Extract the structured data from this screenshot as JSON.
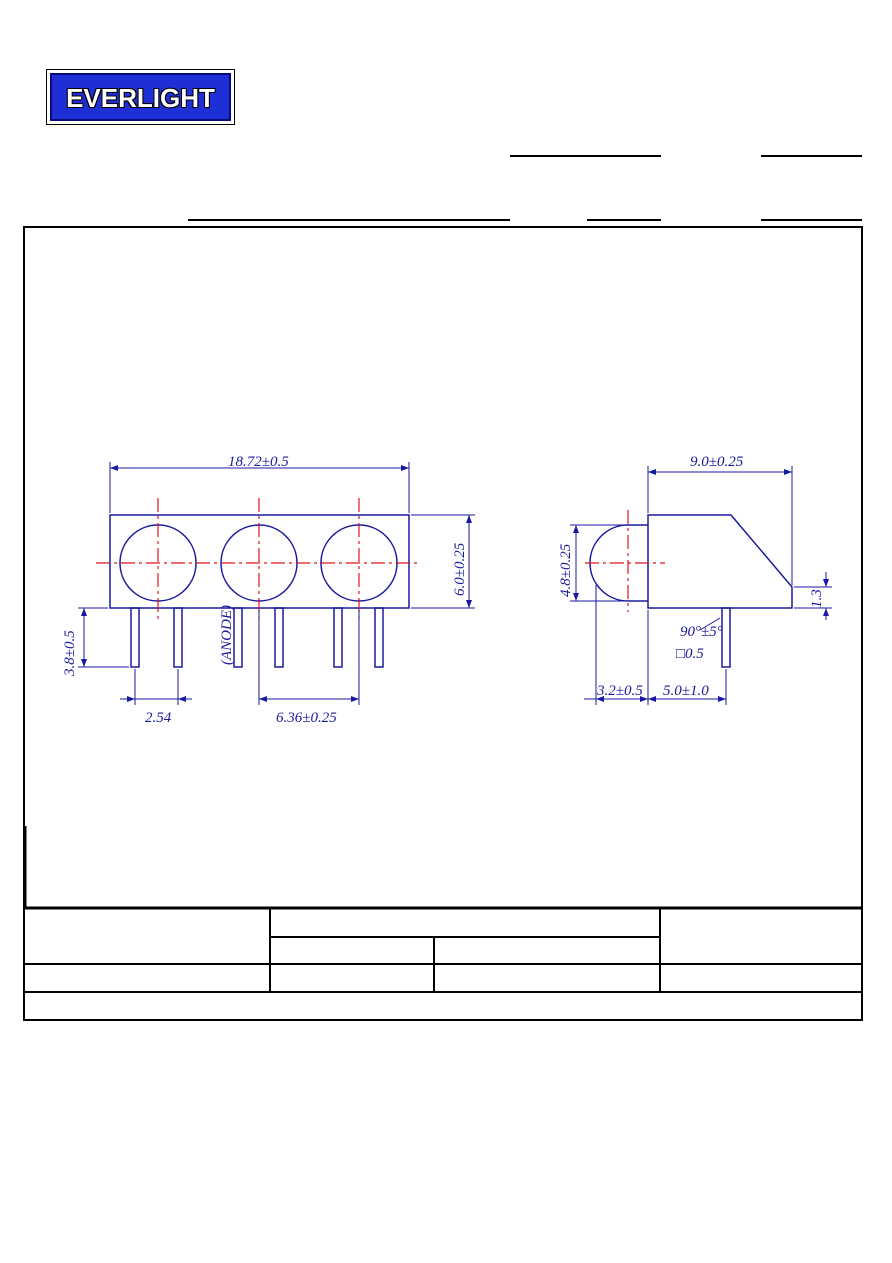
{
  "brand": {
    "logo_text": "EVERLIGHT",
    "logo_color": "#1f2fd6"
  },
  "colors": {
    "outline": "#1a1aa0",
    "centerline": "#e0141e",
    "frame": "#000000"
  },
  "dimensions": {
    "width_total": "18.72±0.5",
    "height_front": "6.0±0.25",
    "lead_length": "3.8±0.5",
    "lead_pitch": "2.54",
    "led_pitch": "6.36±0.25",
    "anode_label": "(ANODE)",
    "depth": "9.0±0.25",
    "lens_height": "4.8±0.25",
    "offset": "1.3",
    "bend_angle": "90°±5°",
    "lead_square": "□0.5",
    "lens_offset": "3.2±0.5",
    "lead_offset": "5.0±1.0"
  }
}
